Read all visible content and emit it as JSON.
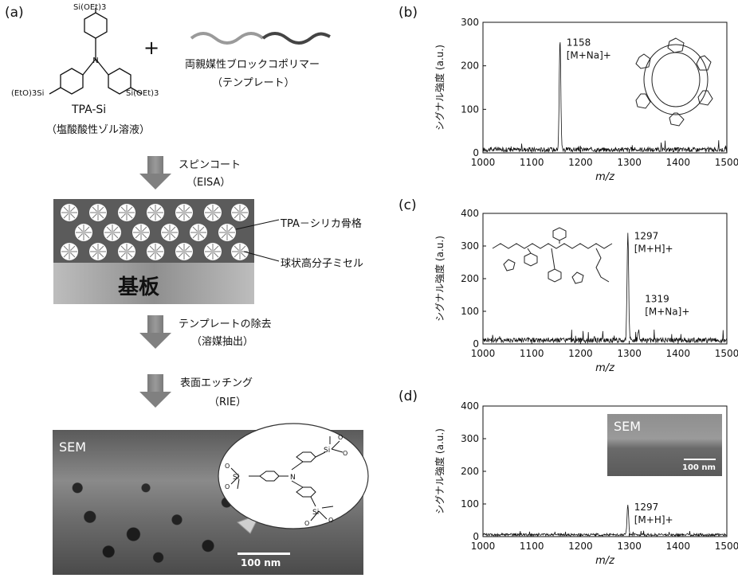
{
  "panel_a": {
    "label": "(a)",
    "top_si": "Si(OEt)3",
    "left_si": "(EtO)3Si",
    "right_si": "Si(OEt)3",
    "precursor_name": "TPA-Si",
    "sol_label": "（塩酸酸性ゾル溶液）",
    "plus": "+",
    "template_name": "両親媒性ブロックコポリマー",
    "template_role": "（テンプレート）",
    "step1_label": "スピンコート",
    "step1_sub": "（EISA）",
    "framework_label": "TPA－シリカ骨格",
    "micelle_label": "球状高分子ミセル",
    "substrate_label": "基板",
    "step2_label": "テンプレートの除去",
    "step2_sub": "（溶媒抽出）",
    "step3_label": "表面エッチング",
    "step3_sub": "（RIE）",
    "sem_label": "SEM",
    "scale_bar": "100 nm",
    "inset_si_top": "Si",
    "inset_si_left": "Si",
    "inset_si_bottom": "Si",
    "inset_n": "N",
    "inset_o": "O"
  },
  "chart_data": [
    {
      "panel": "(b)",
      "type": "line",
      "xlabel": "m/z",
      "ylabel": "シグナル強度 (a.u.)",
      "xlim": [
        1000,
        1500
      ],
      "ylim": [
        0,
        300
      ],
      "xticks": [
        1000,
        1100,
        1200,
        1300,
        1400,
        1500
      ],
      "yticks": [
        0,
        100,
        200,
        300
      ],
      "baseline": 8,
      "peaks": [
        {
          "x": 1158,
          "y": 253,
          "label": "1158",
          "ion": "[M+Na]+"
        }
      ]
    },
    {
      "panel": "(c)",
      "type": "line",
      "xlabel": "m/z",
      "ylabel": "シグナル強度 (a.u.)",
      "xlim": [
        1000,
        1500
      ],
      "ylim": [
        0,
        400
      ],
      "xticks": [
        1000,
        1100,
        1200,
        1300,
        1400,
        1500
      ],
      "yticks": [
        0,
        100,
        200,
        300,
        400
      ],
      "baseline": 12,
      "peaks": [
        {
          "x": 1297,
          "y": 330,
          "label": "1297",
          "ion": "[M+H]+"
        },
        {
          "x": 1319,
          "y": 30,
          "label": "1319",
          "ion": "[M+Na]+"
        }
      ]
    },
    {
      "panel": "(d)",
      "type": "line",
      "xlabel": "m/z",
      "ylabel": "シグナル強度 (a.u.)",
      "xlim": [
        1000,
        1500
      ],
      "ylim": [
        0,
        400
      ],
      "xticks": [
        1000,
        1100,
        1200,
        1300,
        1400,
        1500
      ],
      "yticks": [
        0,
        100,
        200,
        300,
        400
      ],
      "baseline": 6,
      "peaks": [
        {
          "x": 1297,
          "y": 90,
          "label": "1297",
          "ion": "[M+H]+"
        }
      ],
      "inset": {
        "label": "SEM",
        "scale_bar": "100 nm"
      }
    }
  ],
  "colors": {
    "film": "#5a5a5a",
    "substrate": "#9a9a9a",
    "trace": "#111111",
    "arrow": "#808080"
  }
}
